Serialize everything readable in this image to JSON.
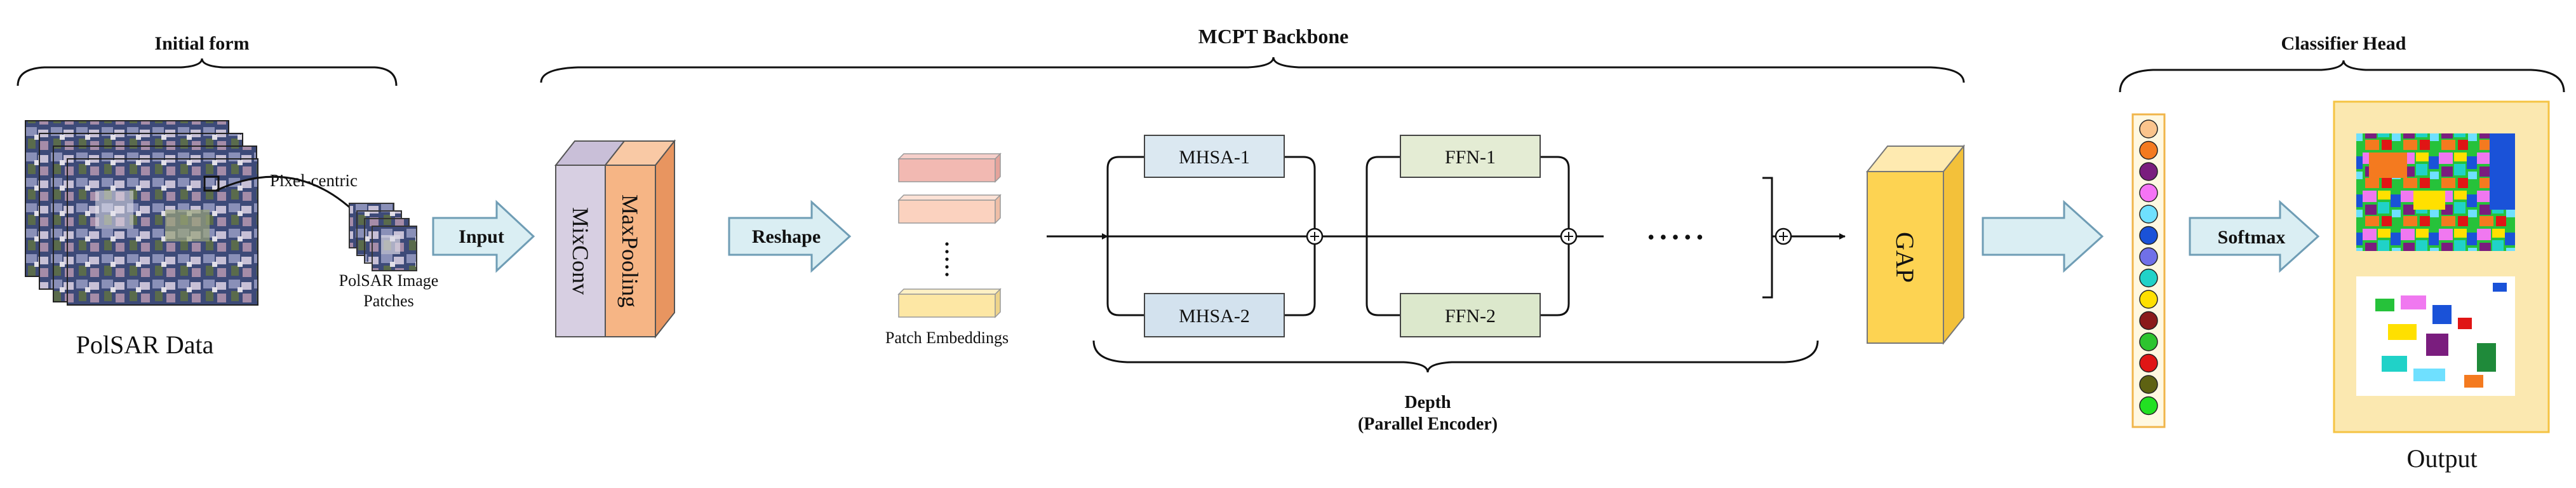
{
  "sections": {
    "initial": "Initial form",
    "backbone": "MCPT Backbone",
    "head": "Classifier Head"
  },
  "labels": {
    "polsar_data": "PolSAR Data",
    "pixel_centric": "Pixel-centric",
    "patches_line1": "PolSAR Image",
    "patches_line2": "Patches",
    "input": "Input",
    "mixconv": "MixConv",
    "maxpooling": "MaxPooling",
    "reshape": "Reshape",
    "patch_embeddings": "Patch Embeddings",
    "mhsa1": "MHSA-1",
    "mhsa2": "MHSA-2",
    "ffn1": "FFN-1",
    "ffn2": "FFN-2",
    "dots": "• • • • •",
    "depth_line1": "Depth",
    "depth_line2": "(Parallel Encoder)",
    "gap": "GAP",
    "softmax": "Softmax",
    "output": "Output"
  },
  "colors": {
    "mixconv_front": "#d7cfe2",
    "mixconv_side": "#b9adcb",
    "maxpool_front": "#f6b585",
    "maxpool_side": "#e89560",
    "mhsa_fill": "#dbe8f1",
    "ffn_fill": "#e4ecd4",
    "gap_front": "#fdd352",
    "gap_side": "#f3c13a",
    "arrow_fill": "#daeef3",
    "arrow_stroke": "#6f9db5",
    "output_frame": "#fbe8b0",
    "embed_colors": [
      "#f2b9b2",
      "#fbd2bf",
      "#fde7a4"
    ],
    "class_colors": [
      "#fbc48c",
      "#f47a1f",
      "#7a1d7e",
      "#f574f5",
      "#6fe0ff",
      "#1a52d8",
      "#7070e8",
      "#20d2c8",
      "#ffe000",
      "#8b1a1a",
      "#2ec42e",
      "#e01515",
      "#5e6212",
      "#22e022"
    ]
  }
}
